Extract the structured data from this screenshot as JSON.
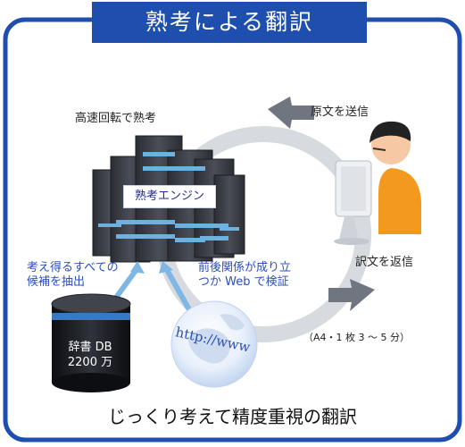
{
  "title": "熟考による翻訳",
  "labels": {
    "high_speed": "高速回転で熟考",
    "engine": "熟考エンジン",
    "candidates_1": "考え得るすべての",
    "candidates_2": "候補を抽出",
    "web_check_1": "前後関係が成り立",
    "web_check_2": "つか Web で検証",
    "send_original": "原文を送信",
    "return_translation": "訳文を返信",
    "rate": "（A4・1 枚 3 〜 5 分）",
    "db_line1": "辞書 DB",
    "db_line2": "2200 万",
    "globe_text": "http://www"
  },
  "caption": "じっくり考えて精度重視の翻訳",
  "colors": {
    "frame": "#1f4fae",
    "title_bg": "#1f4fae",
    "accent_text": "#2a4fb8",
    "cycle_ring": "#d7dbe0",
    "cycle_arrow": "#6f7680",
    "link_arrow": "#7fb6e4",
    "person_shirt": "#f39a1e",
    "server_body": "#3a3d44"
  }
}
